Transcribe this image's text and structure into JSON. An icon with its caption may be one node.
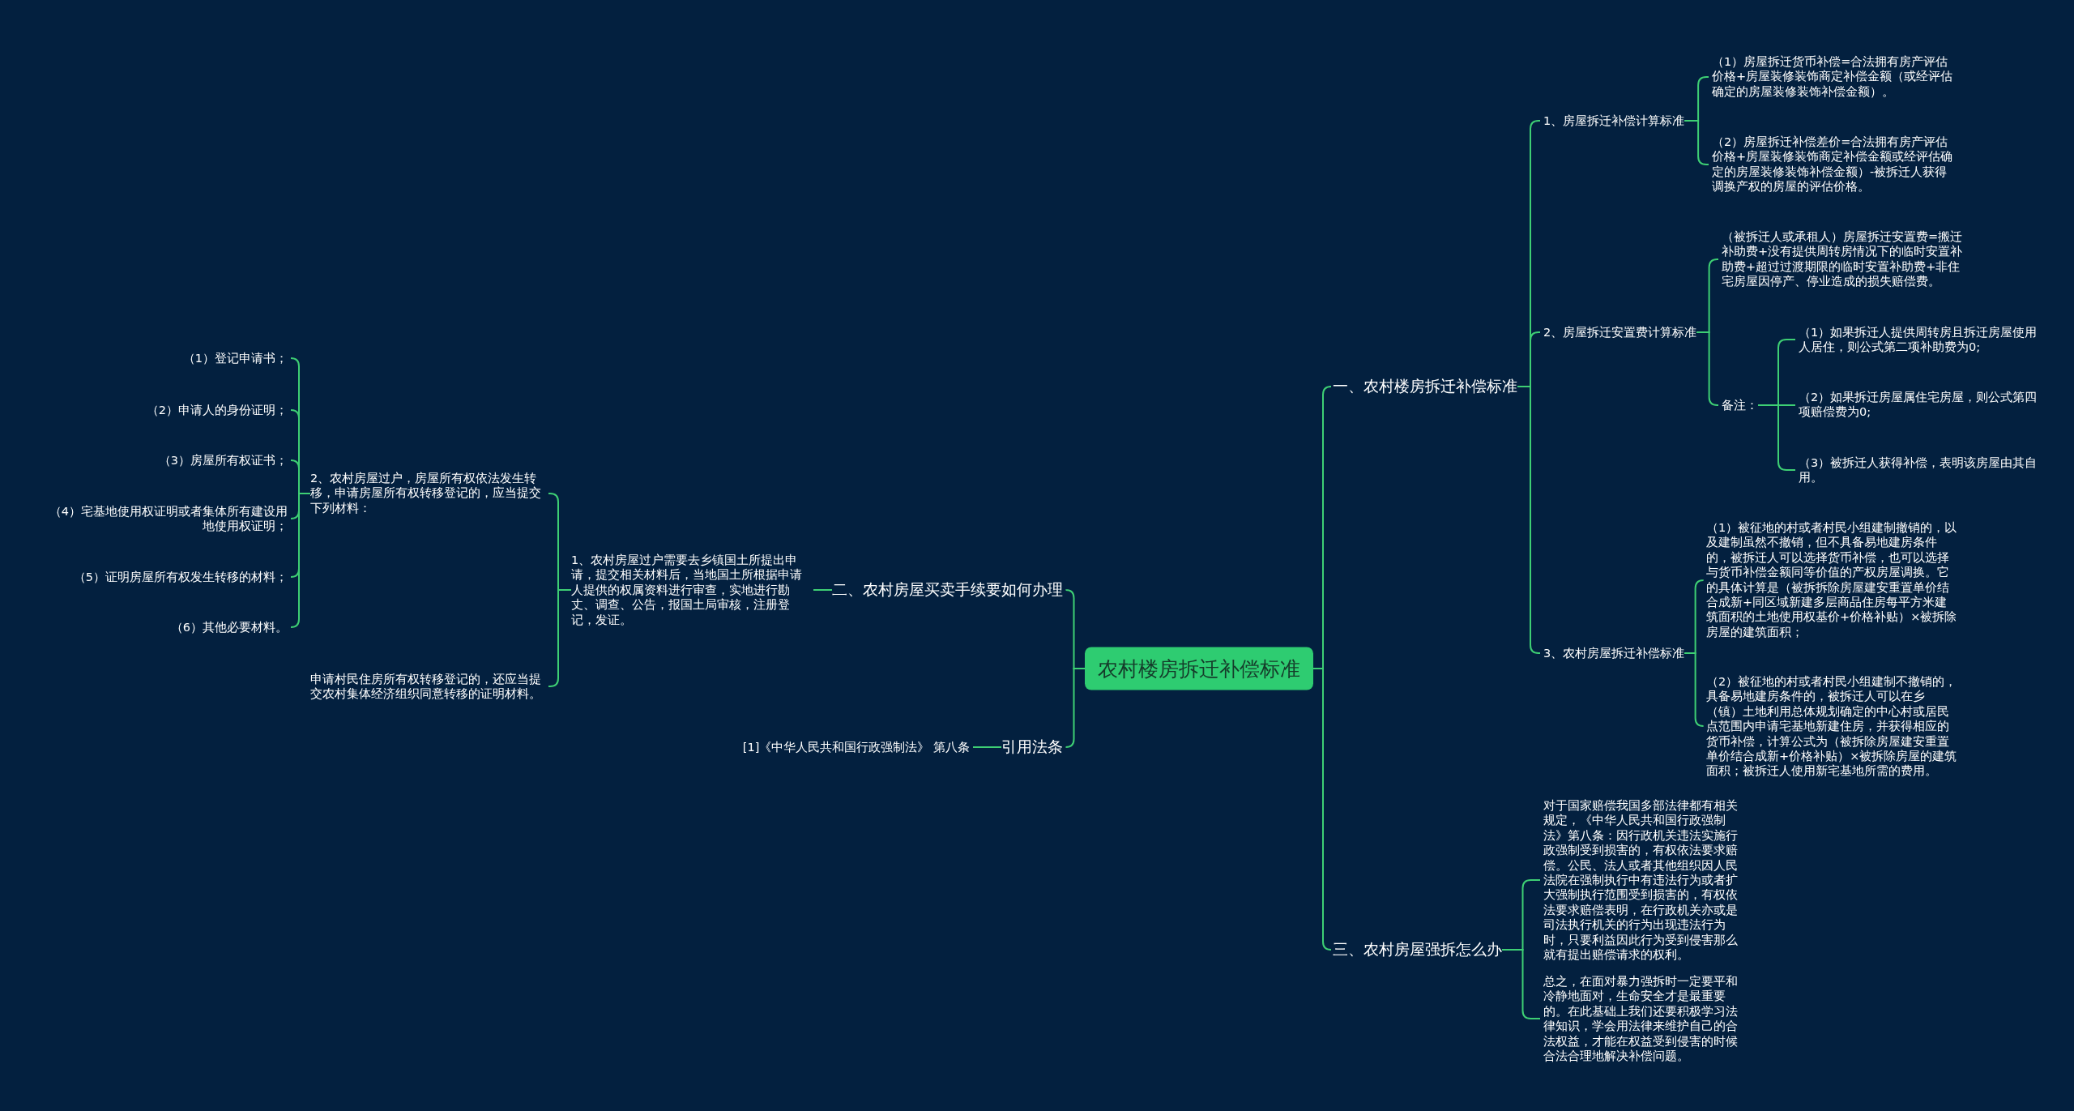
{
  "diagram": {
    "nodes": [
      {
        "text": [
          "农村楼房拆迁补偿标准"
        ]
      },
      {
        "text": [
          "一、农村楼房拆迁补偿标准"
        ]
      },
      {
        "text": [
          "1、房屋拆迁补偿计算标准"
        ]
      },
      {
        "text": [
          "（1）房屋拆迁货币补偿=合法拥有房产评估价格+房屋装修装饰商定补偿金额（或经评估确定的房屋装修装饰补偿金额）。"
        ]
      },
      {
        "text": [
          "（2）房屋拆迁补偿差价=合法拥有房产评估价格+房屋装修装饰商定补偿金额或经评估确定的房屋装修装饰补偿金额）-被拆迁人获得调换产权的房屋的评估价格。"
        ]
      },
      {
        "text": [
          "2、房屋拆迁安置费计算标准"
        ]
      },
      {
        "text": [
          "（被拆迁人或承租人）房屋拆迁安置费=搬迁补助费+没有提供周转房情况下的临时安置补助费+超过过渡期限的临时安置补助费+非住宅房屋因停产、停业造成的损失赔偿费。"
        ]
      },
      {
        "text": [
          "备注："
        ]
      },
      {
        "text": [
          "（1）如果拆迁人提供周转房且拆迁房屋使用人居住，则公式第二项补助费为0;"
        ]
      },
      {
        "text": [
          "（2）如果拆迁房屋属住宅房屋，则公式第四项赔偿费为0;"
        ]
      },
      {
        "text": [
          "（3）被拆迁人获得补偿，表明该房屋由其自用。"
        ]
      },
      {
        "text": [
          "3、农村房屋拆迁补偿标准"
        ]
      },
      {
        "text": [
          "（1）被征地的村或者村民小组建制撤销的，以及建制虽然不撤销，但不具备易地建房条件的，被拆迁人可以选择货币补偿，也可以选择与货币补偿金额同等价值的产权房屋调换。它的具体计算是（被拆拆除房屋建安重置单价结合成新+同区域新建多层商品住房每平方米建筑面积的土地使用权基价+价格补贴）×被拆除房屋的建筑面积；"
        ]
      },
      {
        "text": [
          "（2）被征地的村或者村民小组建制不撤销的，具备易地建房条件的，被拆迁人可以在乡（镇）土地利用总体规划确定的中心村或居民点范围内申请宅基地新建住房，并获得相应的货币补偿，计算公式为（被拆除房屋建安重置单价结合成新+价格补贴）×被拆除房屋的建筑面积；被拆迁人使用新宅基地所需的费用。"
        ]
      },
      {
        "text": [
          "三、农村房屋强拆怎么办"
        ]
      },
      {
        "text": [
          "对于国家赔偿我国多部法律都有相关规定，《中华人民共和国行政强制法》第八条：因行政机关违法实施行政强制受到损害的，有权依法要求赔偿。公民、法人或者其他组织因人民法院在强制执行中有违法行为或者扩大强制执行范围受到损害的，有权依法要求赔偿表明，在行政机关亦或是司法执行机关的行为出现违法行为时，只要利益因此行为受到侵害那么就有提出赔偿请求的权利。"
        ]
      },
      {
        "text": [
          "总之，在面对暴力强拆时一定要平和冷静地面对，生命安全才是最重要的。在此基础上我们还要积极学习法律知识，学会用法律来维护自己的合法权益，才能在权益受到侵害的时候合法合理地解决补偿问题。"
        ]
      },
      {
        "text": [
          "二、农村房屋买卖手续要如何办理"
        ]
      },
      {
        "text": [
          "1、农村房屋过户需要去乡镇国土所提出申请，提交相关材料后，当地国土所根据申请人提供的权属资料进行审查，实地进行勘丈、调查、公告，报国土局审核，注册登记，发证。"
        ]
      },
      {
        "text": [
          "2、农村房屋过户，房屋所有权依法发生转移，申请房屋所有权转移登记的，应当提交下列材料："
        ]
      },
      {
        "text": [
          "（1）登记申请书；"
        ]
      },
      {
        "text": [
          "（2）申请人的身份证明；"
        ]
      },
      {
        "text": [
          "（3）房屋所有权证书；"
        ]
      },
      {
        "text": [
          "（4）宅基地使用权证明或者集体所有建设用地使用权证明；"
        ]
      },
      {
        "text": [
          "（5）证明房屋所有权发生转移的材料；"
        ]
      },
      {
        "text": [
          "（6）其他必要材料。"
        ]
      },
      {
        "text": [
          "申请村民住房所有权转移登记的，还应当提交农村集体经济组织同意转移的证明材料。"
        ]
      },
      {
        "text": [
          "引用法条"
        ]
      },
      {
        "text": [
          "[1]《中华人民共和国行政强制法》 第八条"
        ]
      }
    ],
    "edges": [
      {
        "from": 0,
        "to": 1,
        "arrow": "none"
      },
      {
        "from": 1,
        "to": 2,
        "arrow": "none"
      },
      {
        "from": 2,
        "to": 3,
        "arrow": "none"
      },
      {
        "from": 2,
        "to": 4,
        "arrow": "none"
      },
      {
        "from": 1,
        "to": 5,
        "arrow": "none"
      },
      {
        "from": 5,
        "to": 6,
        "arrow": "none"
      },
      {
        "from": 5,
        "to": 7,
        "arrow": "none"
      },
      {
        "from": 7,
        "to": 8,
        "arrow": "none"
      },
      {
        "from": 7,
        "to": 9,
        "arrow": "none"
      },
      {
        "from": 7,
        "to": 10,
        "arrow": "none"
      },
      {
        "from": 1,
        "to": 11,
        "arrow": "none"
      },
      {
        "from": 11,
        "to": 12,
        "arrow": "none"
      },
      {
        "from": 11,
        "to": 13,
        "arrow": "none"
      },
      {
        "from": 0,
        "to": 14,
        "arrow": "none"
      },
      {
        "from": 14,
        "to": 15,
        "arrow": "none"
      },
      {
        "from": 14,
        "to": 16,
        "arrow": "none"
      },
      {
        "from": 0,
        "to": 17,
        "arrow": "none"
      },
      {
        "from": 17,
        "to": 18,
        "arrow": "none"
      },
      {
        "from": 18,
        "to": 19,
        "arrow": "none"
      },
      {
        "from": 19,
        "to": 20,
        "arrow": "none"
      },
      {
        "from": 19,
        "to": 21,
        "arrow": "none"
      },
      {
        "from": 19,
        "to": 22,
        "arrow": "none"
      },
      {
        "from": 19,
        "to": 23,
        "arrow": "none"
      },
      {
        "from": 19,
        "to": 24,
        "arrow": "none"
      },
      {
        "from": 19,
        "to": 25,
        "arrow": "none"
      },
      {
        "from": 18,
        "to": 26,
        "arrow": "none"
      },
      {
        "from": 0,
        "to": 27,
        "arrow": "none"
      },
      {
        "from": 27,
        "to": 28,
        "arrow": "none"
      }
    ]
  }
}
